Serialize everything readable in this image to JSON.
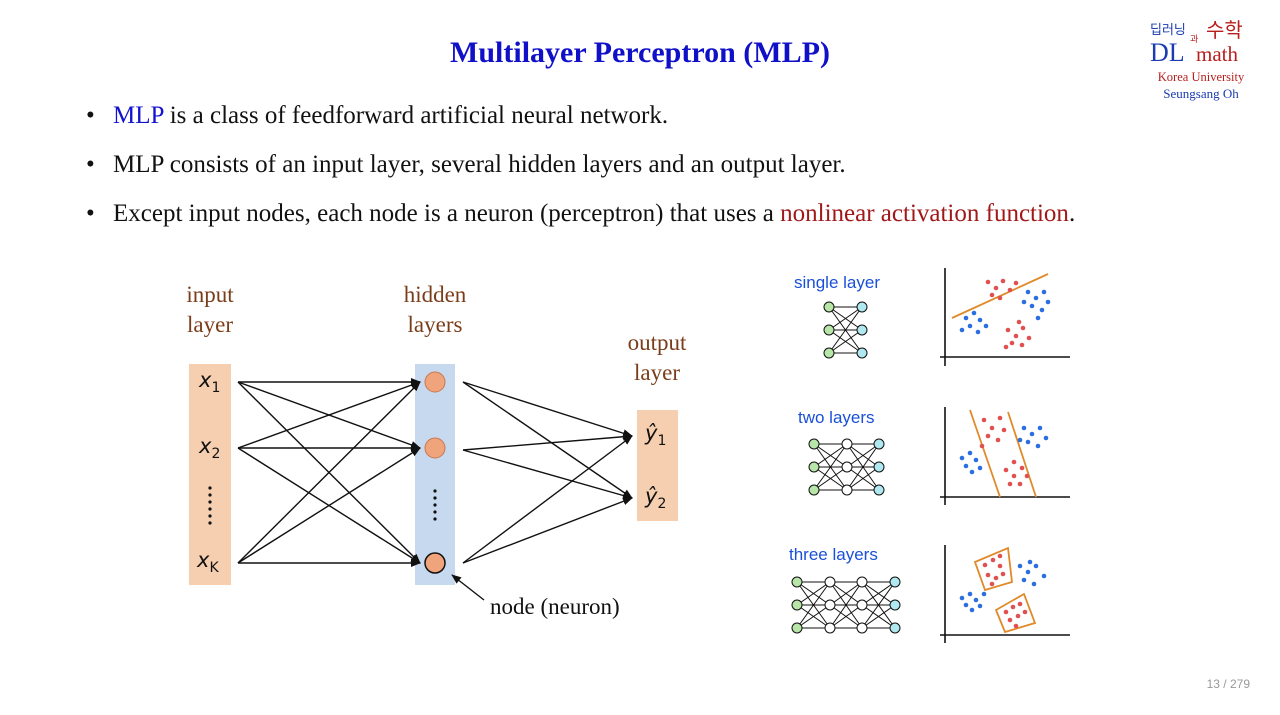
{
  "title": "Multilayer Perceptron (MLP)",
  "logo": {
    "korean_left": "딥러닝",
    "korean_right": "수학",
    "connector": "과",
    "dl": "DL",
    "math": "math",
    "university": "Korea University",
    "author": "Seungsang Oh"
  },
  "bullets": [
    {
      "highlight": "MLP",
      "rest": " is a class of feedforward artificial neural network."
    },
    {
      "text": "MLP consists of an input layer, several hidden layers and an output layer."
    },
    {
      "before": "Except input nodes, each node is a neuron (perceptron) that uses a ",
      "highlight": "nonlinear activation function",
      "after": "."
    }
  ],
  "network": {
    "input_label_1": "input",
    "input_label_2": "layer",
    "hidden_label_1": "hidden",
    "hidden_label_2": "layers",
    "output_label_1": "output",
    "output_label_2": "layer",
    "inputs": [
      {
        "base": "x",
        "sub": "1"
      },
      {
        "base": "x",
        "sub": "2"
      },
      {
        "base": "x",
        "sub": "K"
      }
    ],
    "outputs": [
      {
        "base": "ŷ",
        "sub": "1"
      },
      {
        "base": "ŷ",
        "sub": "2"
      }
    ],
    "node_note": "node (neuron)",
    "colors": {
      "input_bar": "#f5cfb0",
      "hidden_bar": "#c7d9ee",
      "node_fill": "#f0a47c",
      "output_bar": "#f5cfb0"
    }
  },
  "examples": [
    {
      "label": "single layer"
    },
    {
      "label": "two layers"
    },
    {
      "label": "three layers"
    }
  ],
  "page": {
    "current": "13",
    "separator": "/",
    "total": "279"
  }
}
